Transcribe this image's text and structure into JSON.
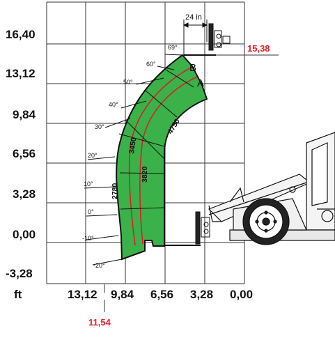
{
  "y_axis_labels": [
    "16,40",
    "13,12",
    "9,84",
    "6,56",
    "3,28",
    "0,00",
    "-3,28"
  ],
  "x_axis_labels": [
    "13,12",
    "9,84",
    "6,56",
    "3,28",
    "0,00"
  ],
  "unit_label": "ft",
  "max_height_label": "15,38",
  "max_reach_label": "11,54",
  "offset_label": "24 in",
  "position_labels": [
    "A",
    "B"
  ],
  "angle_labels": [
    "69°",
    "60°",
    "50°",
    "40°",
    "30°",
    "20°",
    "10°",
    "0°",
    "-10°",
    "-20°"
  ],
  "load_labels": [
    "4750",
    "3820",
    "3450",
    "2780"
  ],
  "colors": {
    "zone_fill": "#3bb14a",
    "outline": "#111111",
    "load_curve": "#d62027",
    "highlight_text": "#e41e26",
    "grid": "#333333"
  }
}
